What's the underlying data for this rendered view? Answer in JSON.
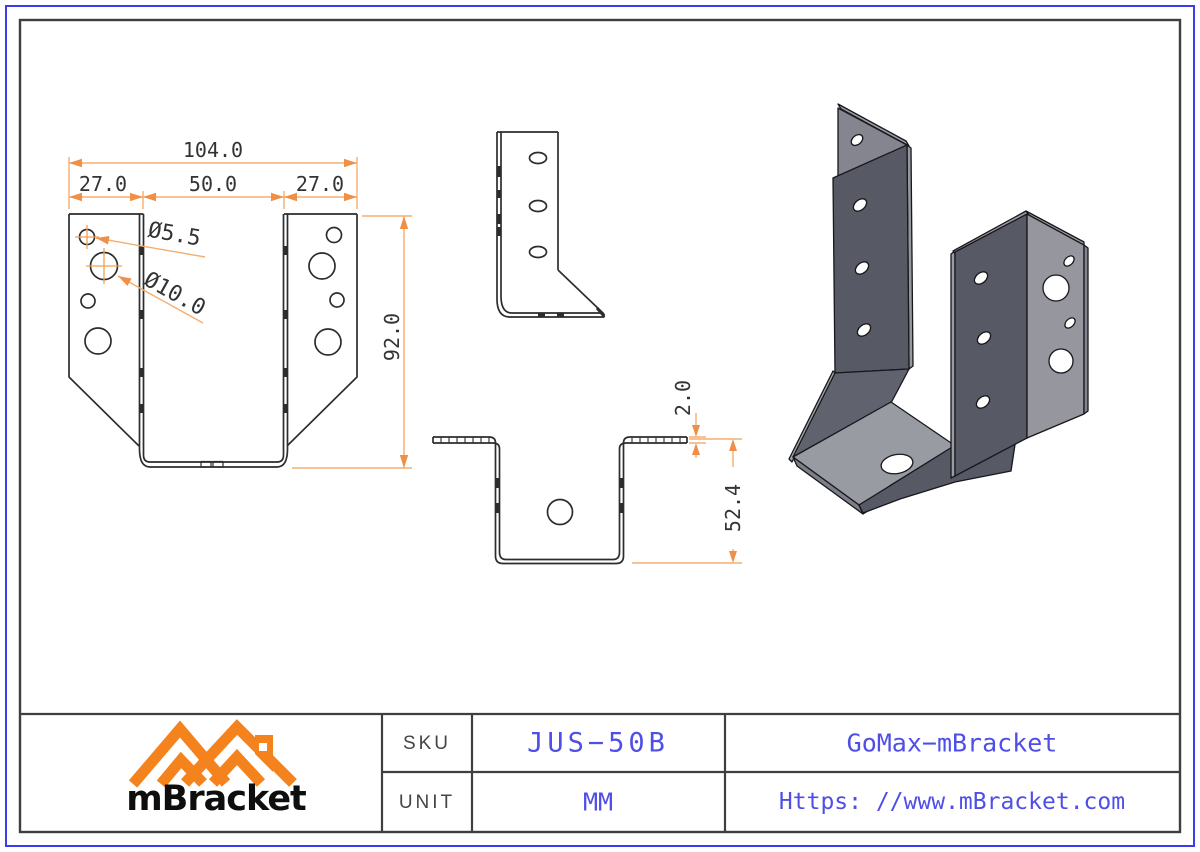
{
  "sheet": {
    "background": "#ffffff",
    "outer_border_color": "#3b3bf2",
    "inner_border_color": "#3f3f3f"
  },
  "drawing": {
    "line_color": "#2d2d2d",
    "dim_line_color": "#f6ae6e",
    "dim_arrow_color": "#f09048",
    "dim_text_color": "#333333",
    "dimensions": {
      "total_width": "104.0",
      "left_flange_width": "27.0",
      "opening_width": "50.0",
      "right_flange_width": "27.0",
      "small_hole_dia": "Ø5.5",
      "large_hole_dia": "Ø10.0",
      "overall_height": "92.0",
      "material_thickness": "2.0",
      "seat_depth": "52.4"
    }
  },
  "model_3d": {
    "face_dark": "#575965",
    "face_mid": "#84858f",
    "face_light": "#999ba3"
  },
  "logo": {
    "text": "mBracket",
    "accent_color": "#f5831d",
    "text_color": "#0e0e0e"
  },
  "title_block": {
    "label_color": "#454545",
    "value_color": "#4f4fe8",
    "rows": [
      {
        "label": "SKU",
        "value": "JUS−50B",
        "info": "GoMax−mBracket"
      },
      {
        "label": "UNIT",
        "value": "MM",
        "info": "Https: //www.mBracket.com"
      }
    ]
  }
}
